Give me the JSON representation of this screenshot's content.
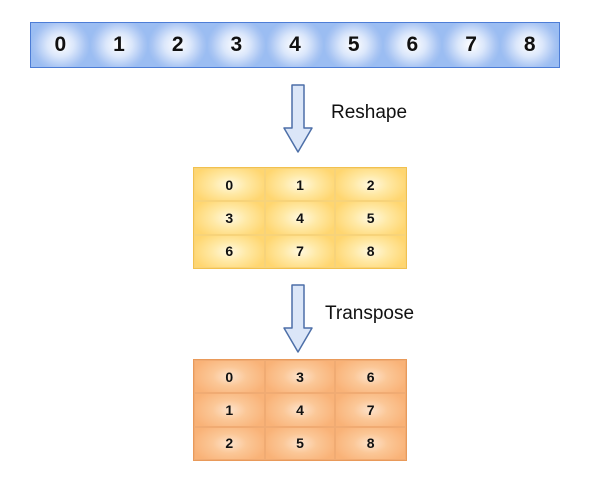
{
  "array_1d": [
    "0",
    "1",
    "2",
    "3",
    "4",
    "5",
    "6",
    "7",
    "8"
  ],
  "steps": {
    "reshape_label": "Reshape",
    "transpose_label": "Transpose"
  },
  "reshaped": {
    "rows": [
      [
        "0",
        "1",
        "2"
      ],
      [
        "3",
        "4",
        "5"
      ],
      [
        "6",
        "7",
        "8"
      ]
    ]
  },
  "transposed": {
    "rows": [
      [
        "0",
        "3",
        "6"
      ],
      [
        "1",
        "4",
        "7"
      ],
      [
        "2",
        "5",
        "8"
      ]
    ]
  },
  "colors": {
    "strip": "#9bbdf2",
    "strip_border": "#4d7dd6",
    "reshape_grid": "#ffd670",
    "transpose_grid": "#f9b277",
    "arrow_fill": "#dbe6f8",
    "arrow_stroke": "#4d6fa8"
  }
}
